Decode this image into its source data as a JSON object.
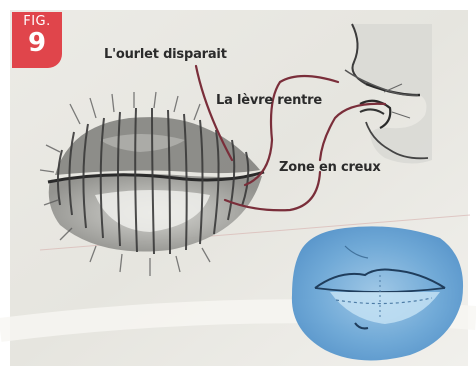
{
  "figure": {
    "badge": {
      "word": "FIG.",
      "number": "9",
      "color": "#e0454b"
    },
    "annotations": [
      {
        "text": "L'ourlet disparait"
      },
      {
        "text": "La lèvre rentre"
      },
      {
        "text": "Zone en creux"
      }
    ],
    "callout_line_color": "#7a2e3a",
    "illustrations": {
      "main": "pencil-sketch-pursed-lips",
      "profile": "pencil-sketch-lips-profile",
      "color_study": "blue-watercolor-lips"
    }
  }
}
